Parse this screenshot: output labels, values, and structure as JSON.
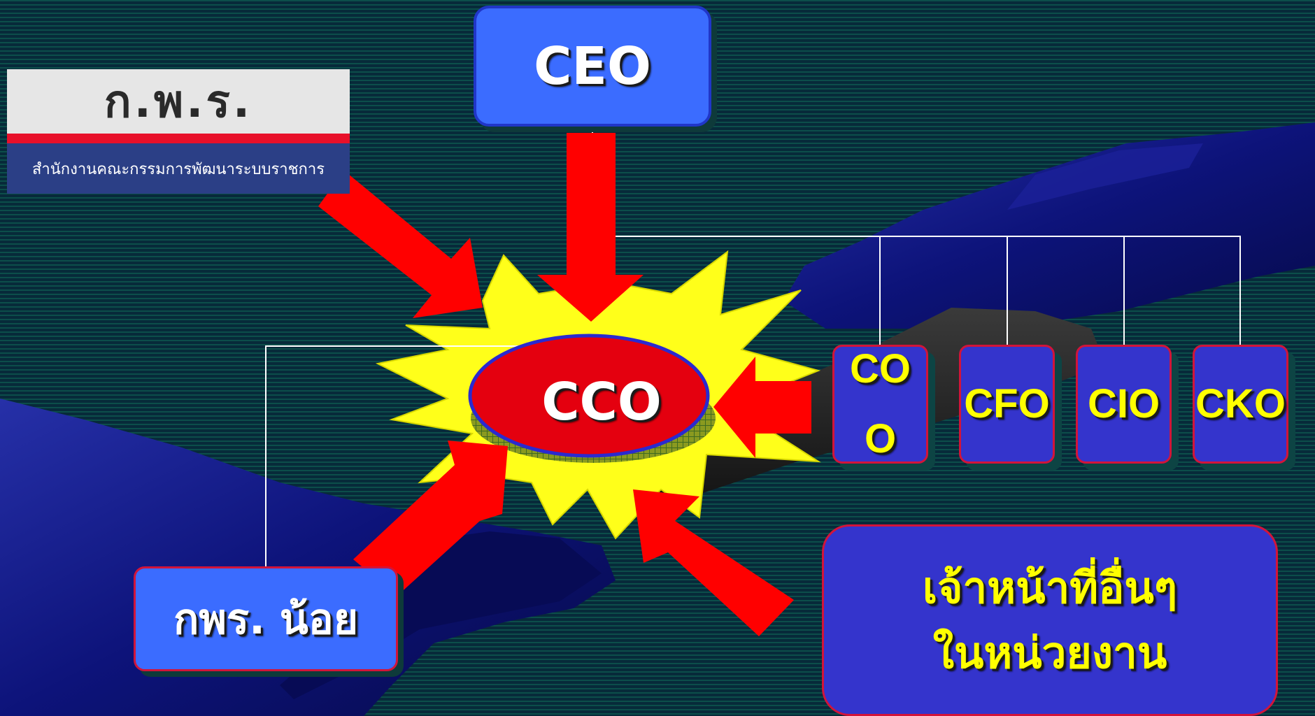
{
  "logo": {
    "title": "ก.พ.ร.",
    "subtitle": "สำนักงานคณะกรรมการพัฒนาระบบราชการ"
  },
  "nodes": {
    "ceo": "CEO",
    "cco": "CCO",
    "coo": "COO",
    "cfo": "CFO",
    "cio": "CIO",
    "cko": "CKO",
    "kpr_small": "กพร. น้อย",
    "others_line1": "เจ้าหน้าที่อื่นๆ",
    "others_line2": "ในหน่วยงาน"
  },
  "colors": {
    "arrow": "#ff0000",
    "starburst": "#ffff1a",
    "cco_fill": "#e4000f",
    "cco_border": "#2a2ad0",
    "box_blue": "#3b6cff",
    "box_dark_blue": "#3434cc",
    "role_text": "#ffff00",
    "connector": "#ffffff",
    "hand_shape": "#0b0f70"
  }
}
